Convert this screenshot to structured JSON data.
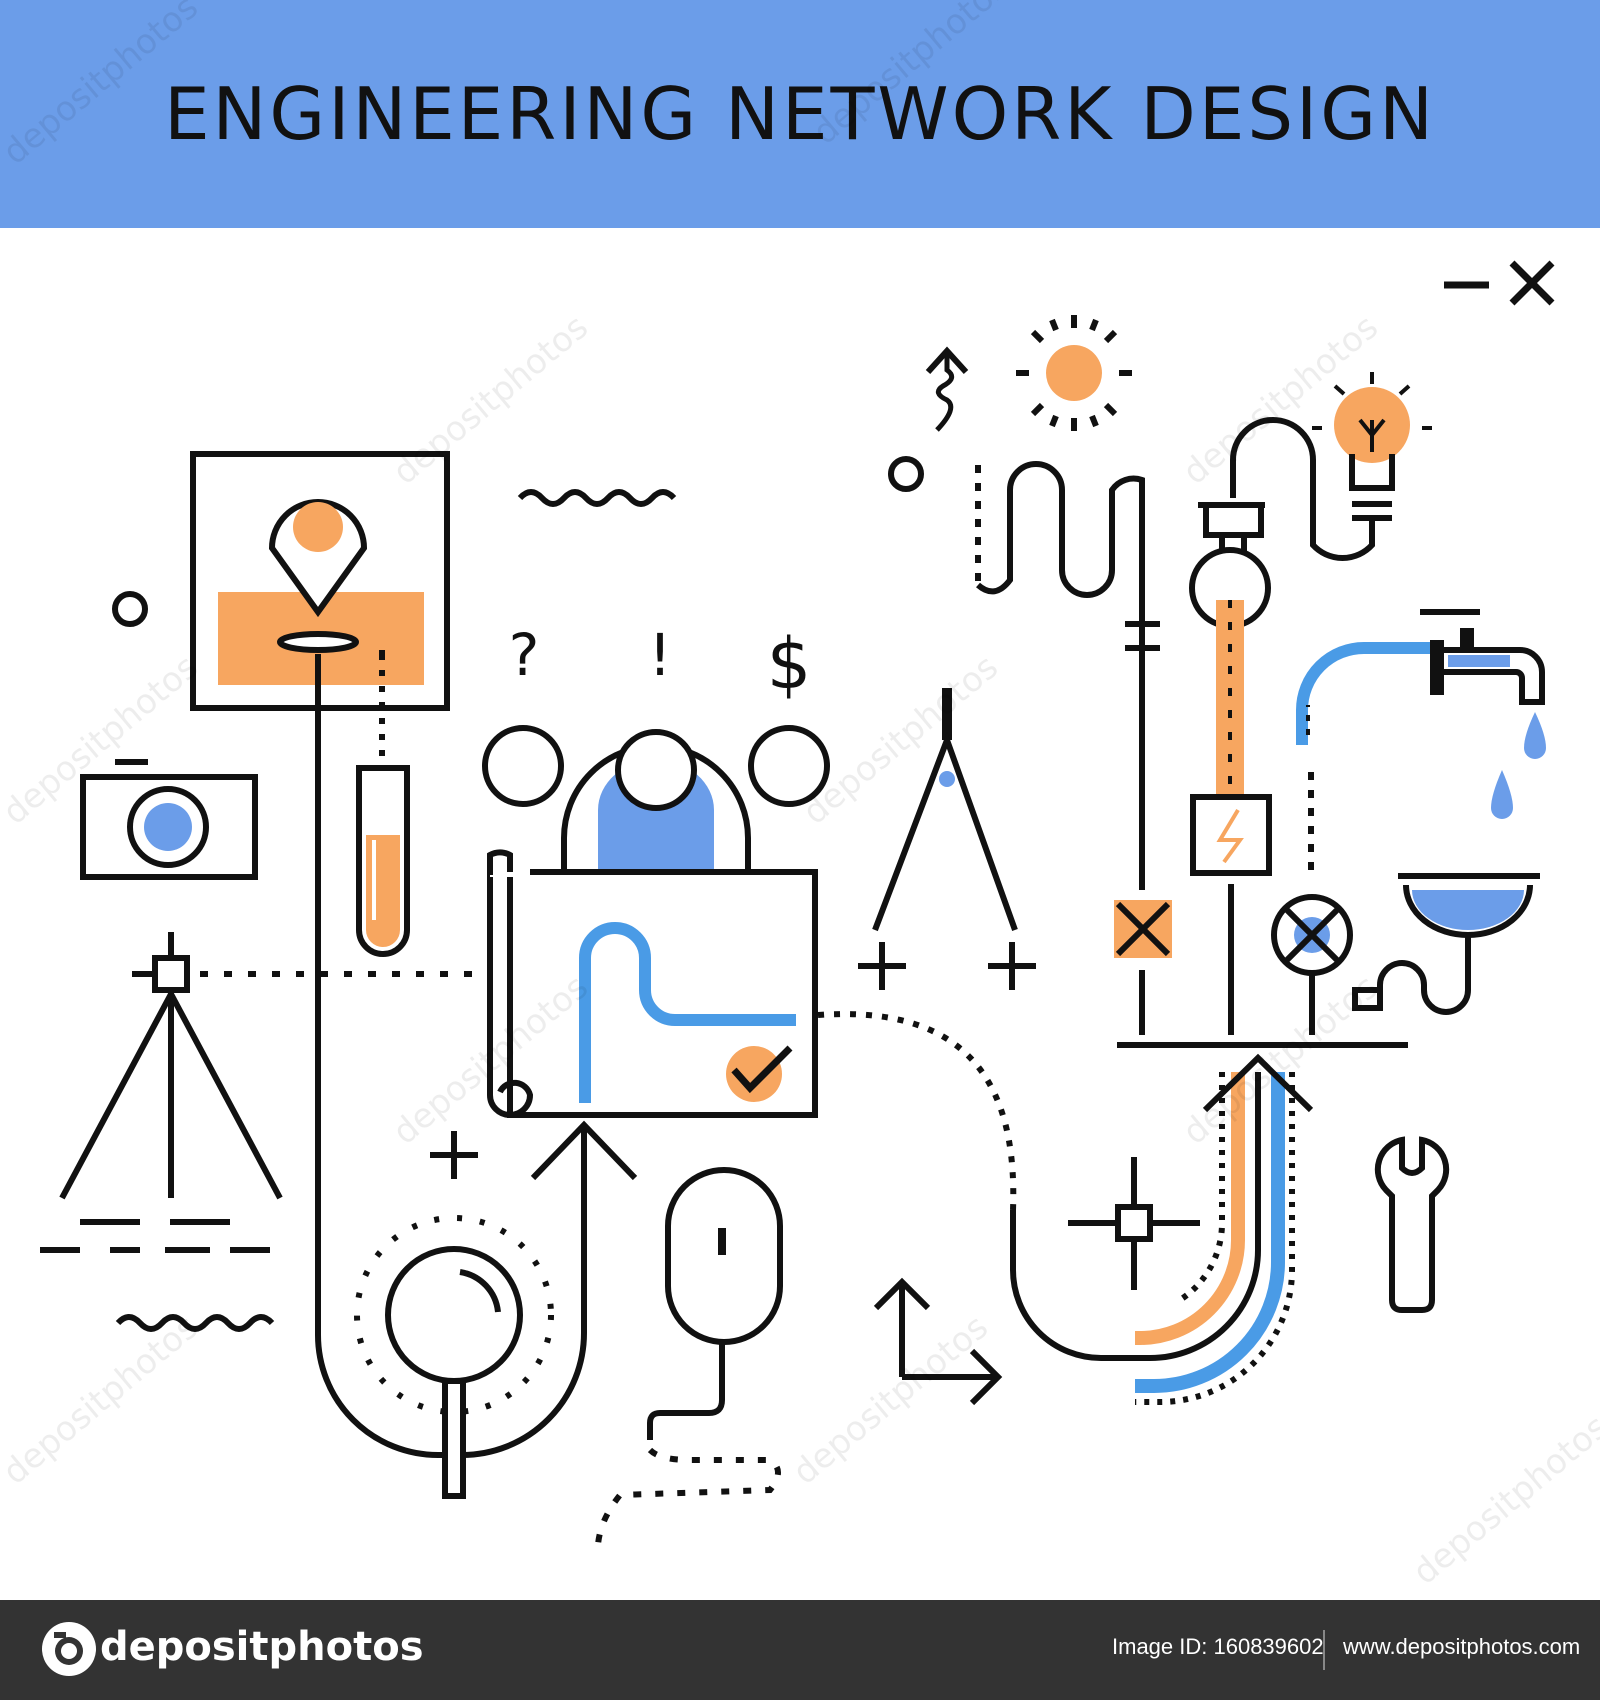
{
  "banner": {
    "title": "ENGINEERING NETWORK DESIGN",
    "background": "#6b9de9"
  },
  "window_controls": {
    "minimize_icon": "minus-icon",
    "close_icon": "close-x-icon"
  },
  "illustration": {
    "symbols": {
      "question": "?",
      "exclamation": "!",
      "dollar": "$"
    },
    "colors": {
      "orange": "#f7a660",
      "blue": "#6b9de9",
      "line": "#111111"
    }
  },
  "watermark": {
    "text": "depositphotos"
  },
  "footer": {
    "brand": "depositphotos",
    "image_id": "Image ID: 160839602",
    "url": "www.depositphotos.com"
  }
}
